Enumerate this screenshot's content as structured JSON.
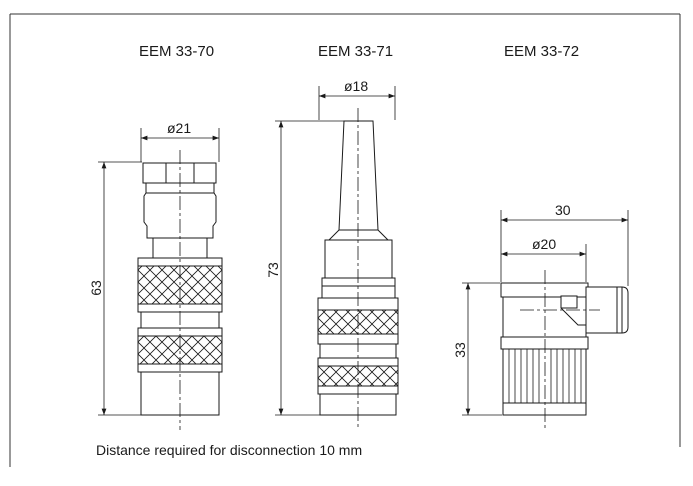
{
  "connectors": [
    {
      "title": "EEM 33-70",
      "diameter": "ø21",
      "length": "63"
    },
    {
      "title": "EEM 33-71",
      "diameter": "ø18",
      "length": "73"
    },
    {
      "title": "EEM 33-72",
      "diameter": "ø20",
      "width": "30",
      "height": "33"
    }
  ],
  "note": "Distance required for disconnection 10 mm",
  "colors": {
    "line": "#1a1a1a",
    "frame": "#333333",
    "background": "#ffffff"
  }
}
